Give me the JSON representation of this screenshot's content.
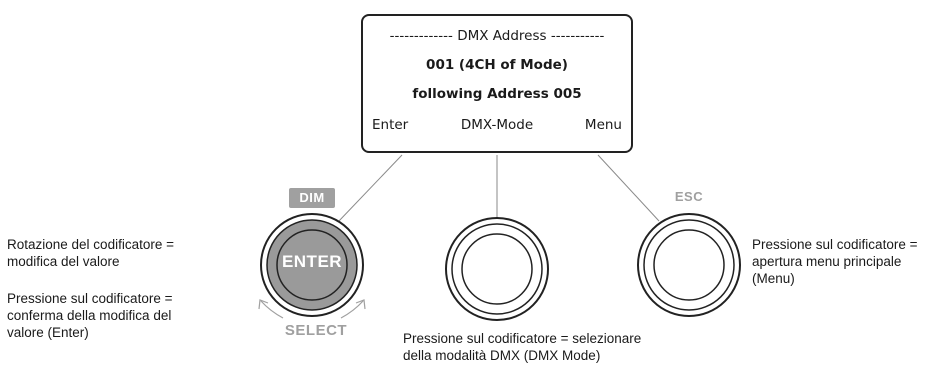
{
  "display": {
    "line1": "------------- DMX Address -----------",
    "line2": "001 (4CH of Mode)",
    "line3": "following Address 005",
    "softkeys": {
      "left": "Enter",
      "center": "DMX-Mode",
      "right": "Menu"
    }
  },
  "encoders": {
    "left": {
      "top_tag": "DIM",
      "center_label": "ENTER",
      "bottom_tag": "SELECT"
    },
    "right": {
      "top_tag": "ESC"
    }
  },
  "descriptions": {
    "left_rotate": "Rotazione del codificatore = modifica del valore",
    "left_press": "Pressione sul codificatore = conferma della modifica del valore (Enter)",
    "center_press": "Pressione sul codificatore = selezionare della modalità DMX (DMX Mode)",
    "right_press": "Pressione sul codificatore = apertura menu principale (Menu)"
  },
  "colors": {
    "line": "#222222",
    "gray": "#a0a0a0",
    "connector": "#888888"
  }
}
